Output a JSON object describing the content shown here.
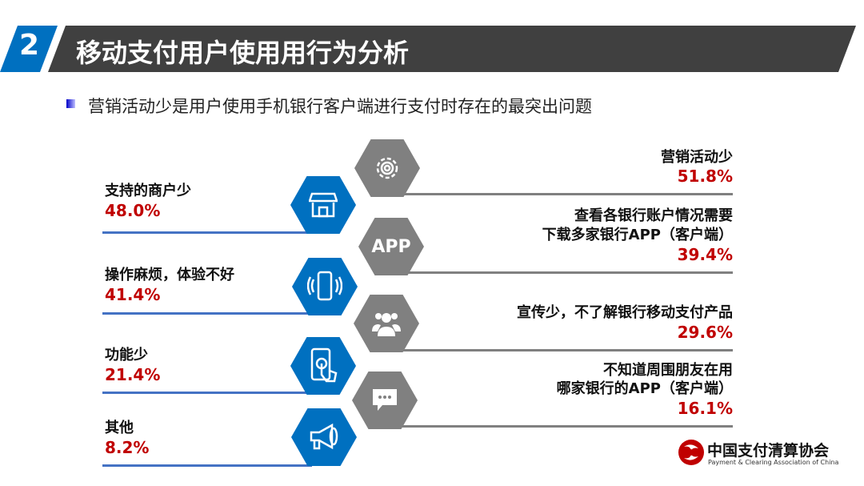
{
  "header": {
    "number": "2",
    "title": "移动支付用户使用用行为分析"
  },
  "subtitle": "营销活动少是用户使用手机银行客户端进行支付时存在的最突出问题",
  "colors": {
    "blue": "#0070c0",
    "gray": "#808080",
    "value_red": "#c00000",
    "title_band": "#404040"
  },
  "left_items": [
    {
      "label": "支持的商户少",
      "value": "48.0%",
      "icon": "storefront-icon"
    },
    {
      "label": "操作麻烦，体验不好",
      "value": "41.4%",
      "icon": "phone-vibrate-icon"
    },
    {
      "label": "功能少",
      "value": "21.4%",
      "icon": "touch-phone-icon"
    },
    {
      "label": "其他",
      "value": "8.2%",
      "icon": "megaphone-icon"
    }
  ],
  "right_items": [
    {
      "label": "营销活动少",
      "label2": "",
      "value": "51.8%",
      "icon": "gear-icon"
    },
    {
      "label": "查看各银行账户情况需要",
      "label2": "下载多家银行APP（客户端）",
      "value": "39.4%",
      "icon": "app-icon",
      "icon_text": "APP"
    },
    {
      "label": "宣传少，不了解银行移动支付产品",
      "label2": "",
      "value": "29.6%",
      "icon": "people-icon"
    },
    {
      "label": "不知道周围朋友在用",
      "label2": "哪家银行的APP（客户端）",
      "value": "16.1%",
      "icon": "chat-bubble-icon"
    }
  ],
  "logo": {
    "name_cn": "中国支付清算协会",
    "name_en": "Payment & Clearing Association of China"
  }
}
